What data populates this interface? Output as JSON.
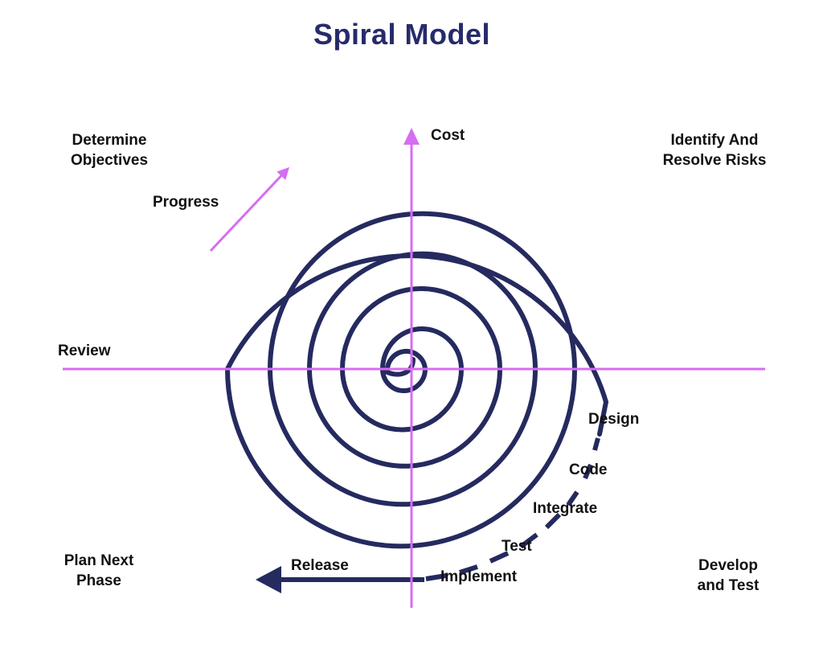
{
  "title": "Spiral Model",
  "quadrants": {
    "top_left": [
      "Determine",
      "Objectives"
    ],
    "top_right": [
      "Identify And",
      "Resolve Risks"
    ],
    "bottom_left": [
      "Plan Next",
      "Phase"
    ],
    "bottom_right": [
      "Develop",
      "and Test"
    ]
  },
  "axes": {
    "vertical": "Cost",
    "horizontal": "Review"
  },
  "arrows": {
    "progress": "Progress",
    "release": "Release"
  },
  "stages": [
    "Design",
    "Code",
    "Integrate",
    "Test",
    "Implement"
  ],
  "colors": {
    "spiral": "#252a5f",
    "axes": "#d66df2",
    "title": "#272b6b",
    "text": "#111111"
  }
}
